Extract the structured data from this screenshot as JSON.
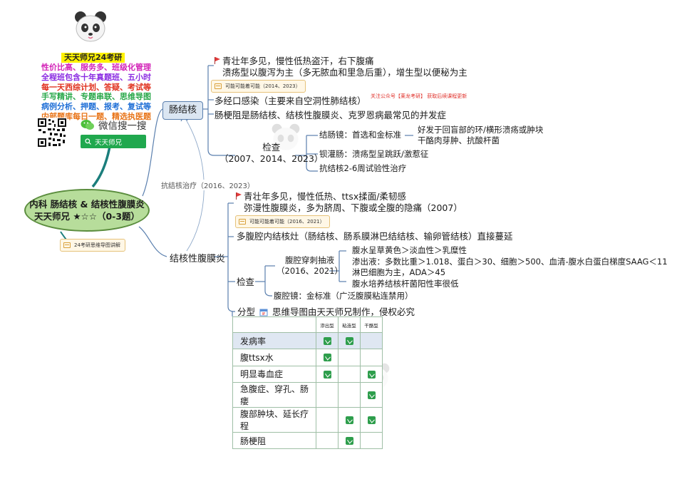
{
  "colors": {
    "central_fill": "#b7dd9b",
    "branch_fill": "#dbe6f2",
    "line": "#5a7fae",
    "teal": "#1b7e7c",
    "check": "#2e9e4c",
    "note_border": "#e6c27a"
  },
  "promo": {
    "title": "天天师兄24考研",
    "lines": [
      {
        "text": "性价比高、服务多、班级化管理",
        "color": "#d324b8"
      },
      {
        "text": "全程班包含十年真题班、五小时",
        "color": "#8a2be2"
      },
      {
        "text": "每一天西综计划、答疑、考试等",
        "color": "#e0301e"
      },
      {
        "text": "手写精讲、专题串联、思维导图",
        "color": "#2aa84a"
      },
      {
        "text": "病例分析、押题、报考、复试等",
        "color": "#1f6fd6"
      },
      {
        "text": "内部题库每日一题、精选执医题",
        "color": "#e8751a"
      }
    ],
    "wechat_label": "微信搜一搜",
    "search_text": "天天师兄"
  },
  "central": {
    "line1": "内科 肠结核 & 结核性腹膜炎",
    "line2": "天天师兄 ★☆☆（0-3题）"
  },
  "central_note": "24考研思维导图讲解",
  "branch1": {
    "label": "肠结核",
    "red_note": "关注公众号【莱龙考研】  获取后续课程更新",
    "items": [
      {
        "line1": "青壮年多见，慢性低热盗汗，右下腹痛",
        "line2": "溃疡型以腹泻为主（多无脓血和里急后重），增生型以便秘为主",
        "note": "可能可能着可能（2014、2023）"
      },
      {
        "text": "多经口感染（主要来自空洞性肺结核）"
      },
      {
        "text": "肠梗阻是肠结核、结核性腹膜炎、克罗恩病最常见的并发症"
      }
    ],
    "exam": {
      "label": "检查",
      "years": "（2007、2014、2023）",
      "colono": "结肠镜：首选和金标准",
      "colono_detail": [
        "好发于回盲部的环/横形溃疡或肿块",
        "干酪肉芽肿、抗酸杆菌"
      ],
      "barium": "钡灌肠：溃疡型呈跳跃/激惹征",
      "trial": "抗结核2-6周试验性治疗"
    }
  },
  "cross_link": "抗结核治疗（2016、2023）",
  "branch2": {
    "label": "结核性腹膜炎",
    "items": [
      {
        "line1": "青壮年多见，慢性低热、ttsx揉面/柔韧感",
        "line2": "弥漫性腹膜炎，多为脐周、下腹或全腹的隐痛（2007）",
        "note": "可能可能着可能（2016、2021）"
      },
      {
        "text": "多腹腔内结核灶（肠结核、肠系膜淋巴结结核、输卵管结核）直接蔓延"
      }
    ],
    "exam": {
      "label": "检查",
      "puncture": "腹腔穿刺抽液",
      "puncture_years": "（2016、2021）",
      "fluid": [
        "腹水呈草黄色＞淡血性＞乳糜性",
        "渗出液：多数比重＞1.018、蛋白＞30、细胞＞500、血清-腹水白蛋白梯度SAAG＜11",
        "淋巴细胞为主，ADA＞45",
        "腹水培养结核杆菌阳性率很低"
      ],
      "laparoscopy": "腹腔镜：金标准（广泛腹膜粘连禁用）"
    },
    "typing": {
      "label": "分型",
      "caption": "思维导图由天天师兄制作，侵权必究",
      "columns": [
        "渗出型",
        "粘连型",
        "干酪型"
      ],
      "rows": [
        {
          "name": "发病率",
          "checks": [
            true,
            true,
            false
          ]
        },
        {
          "name": "腹ttsx水",
          "checks": [
            true,
            false,
            false
          ]
        },
        {
          "name": "明显毒血症",
          "checks": [
            true,
            false,
            true
          ]
        },
        {
          "name": "急腹症、穿孔、肠瘘",
          "checks": [
            false,
            false,
            true
          ]
        },
        {
          "name": "腹部肿块、延长疗程",
          "checks": [
            false,
            true,
            true
          ]
        },
        {
          "name": "肠梗阻",
          "checks": [
            false,
            true,
            false
          ]
        }
      ]
    }
  }
}
